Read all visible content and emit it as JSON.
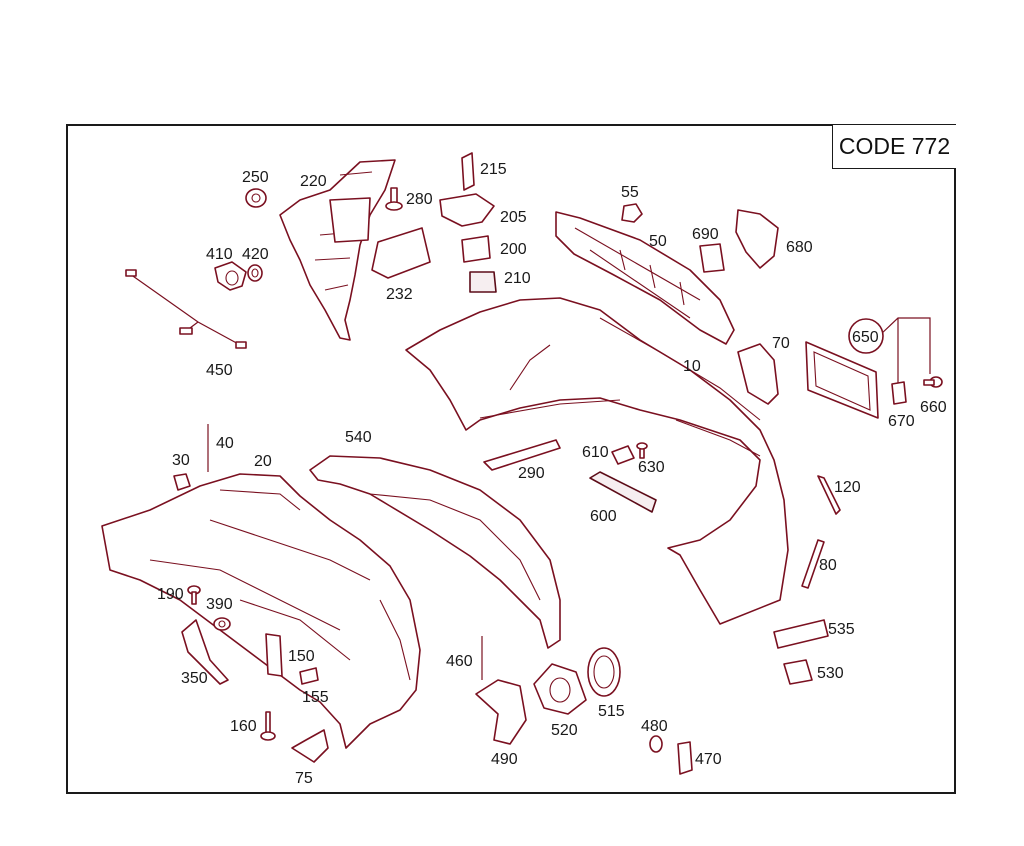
{
  "code_label": "CODE 772",
  "callouts": {
    "c10": "10",
    "c20": "20",
    "c30": "30",
    "c40": "40",
    "c50": "50",
    "c55": "55",
    "c70": "70",
    "c75": "75",
    "c80": "80",
    "c120": "120",
    "c150": "150",
    "c155": "155",
    "c160": "160",
    "c190": "190",
    "c200": "200",
    "c205": "205",
    "c210": "210",
    "c215": "215",
    "c220": "220",
    "c232": "232",
    "c250": "250",
    "c280": "280",
    "c290": "290",
    "c350": "350",
    "c390": "390",
    "c410": "410",
    "c420": "420",
    "c450": "450",
    "c460": "460",
    "c470": "470",
    "c480": "480",
    "c490": "490",
    "c515": "515",
    "c520": "520",
    "c530": "530",
    "c535": "535",
    "c540": "540",
    "c600": "600",
    "c610": "610",
    "c630": "630",
    "c650": "650",
    "c660": "660",
    "c670": "670",
    "c680": "680",
    "c690": "690"
  }
}
